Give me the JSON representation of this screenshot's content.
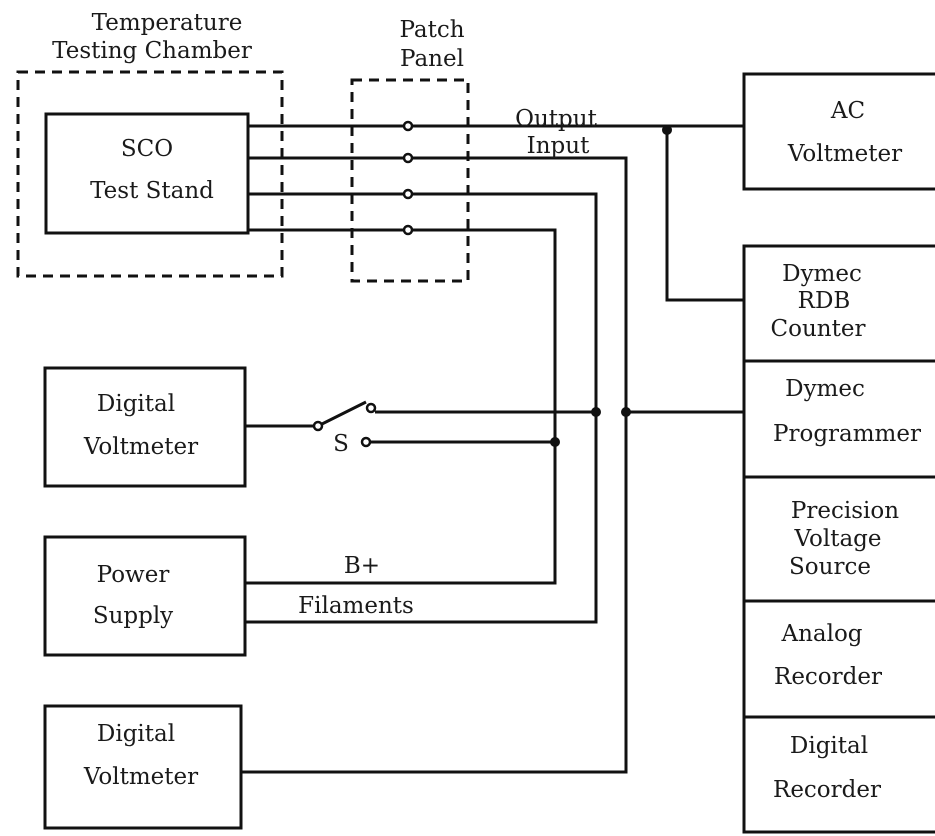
{
  "groups": {
    "chamber": [
      "Temperature",
      "Testing Chamber"
    ],
    "patch": [
      "Patch",
      "Panel"
    ]
  },
  "blocks": {
    "sco": [
      "SCO",
      "Test Stand"
    ],
    "dvm1": [
      "Digital",
      "Voltmeter"
    ],
    "psu": [
      "Power",
      "Supply"
    ],
    "dvm2": [
      "Digital",
      "Voltmeter"
    ],
    "acvm": [
      "AC",
      "Voltmeter"
    ],
    "counter": [
      "Dymec",
      "RDB",
      "Counter"
    ],
    "programmer": [
      "Dymec",
      "Programmer"
    ],
    "pvs": [
      "Precision",
      "Voltage",
      "Source"
    ],
    "analog": [
      "Analog",
      "Recorder"
    ],
    "digrec": [
      "Digital",
      "Recorder"
    ]
  },
  "wire_labels": {
    "output": "Output",
    "input": "Input",
    "switch": "S",
    "bplus": "B+",
    "filaments": "Filaments"
  }
}
